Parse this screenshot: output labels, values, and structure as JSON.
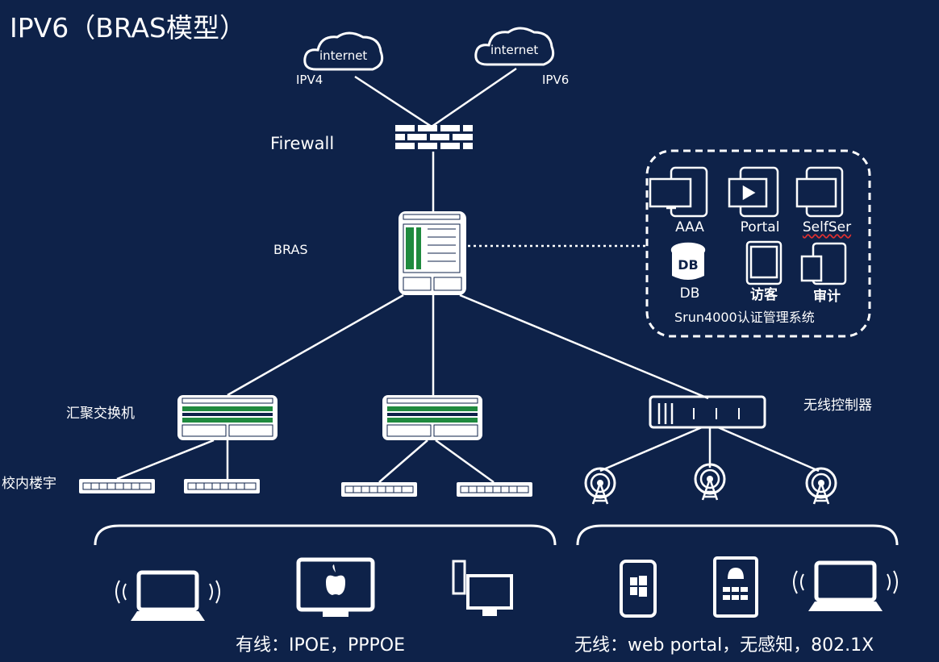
{
  "title": "IPV6（BRAS模型）",
  "clouds": [
    {
      "text": "internet",
      "caption": "IPV4"
    },
    {
      "text": "internet",
      "caption": "IPV6"
    }
  ],
  "firewall_label": "Firewall",
  "bras_label": "BRAS",
  "system_box": {
    "name": "Srun4000认证管理系统",
    "modules": [
      "AAA",
      "Portal",
      "SelfSer",
      "DB",
      "访客",
      "审计"
    ],
    "db_icon_text": "DB"
  },
  "aggregation_label": "汇聚交换机",
  "building_label": "校内楼宇",
  "wireless_controller_label": "无线控制器",
  "wired_caption": "有线：IPOE，PPPOE",
  "wireless_caption": "无线：web portal，无感知，802.1X",
  "colors": {
    "background": "#0e2249",
    "line": "#ffffff",
    "device_accent": "#1f8a3e"
  },
  "icons": [
    "cloud-icon",
    "firewall-icon",
    "bras-chassis-icon",
    "aggregation-switch-icon",
    "access-switch-icon",
    "wireless-controller-icon",
    "access-point-icon",
    "laptop-icon",
    "imac-icon",
    "desktop-pc-icon",
    "windows-phone-icon",
    "android-tablet-icon"
  ]
}
